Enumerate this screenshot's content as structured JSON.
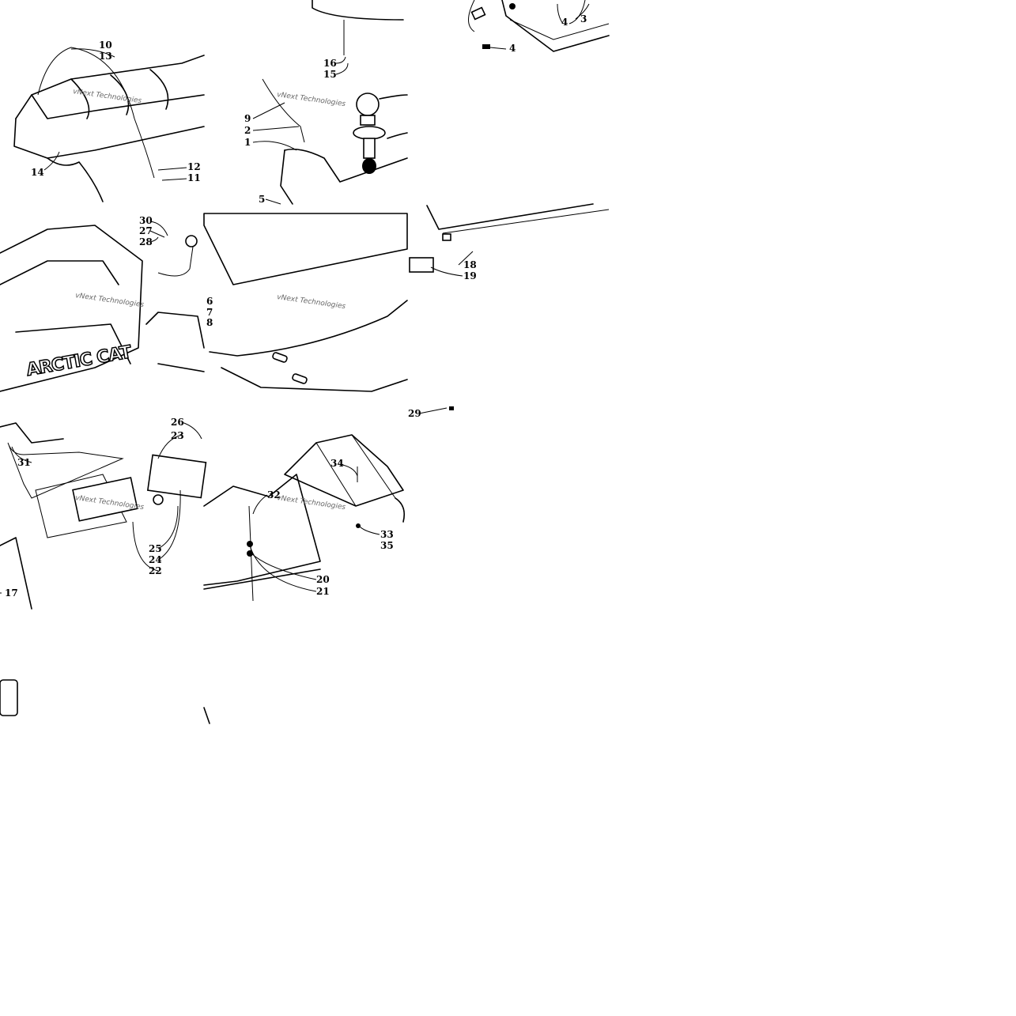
{
  "watermark": "vNext Technologies",
  "brand_decal": "ARCTIC CAT",
  "callouts": [
    "1",
    "2",
    "3",
    "4",
    "4",
    "5",
    "6",
    "7",
    "8",
    "9",
    "10",
    "11",
    "12",
    "13",
    "14",
    "15",
    "16",
    "17",
    "18",
    "19",
    "20",
    "21",
    "22",
    "23",
    "24",
    "25",
    "26",
    "27",
    "28",
    "29",
    "30",
    "31",
    "32",
    "33",
    "34",
    "35"
  ]
}
